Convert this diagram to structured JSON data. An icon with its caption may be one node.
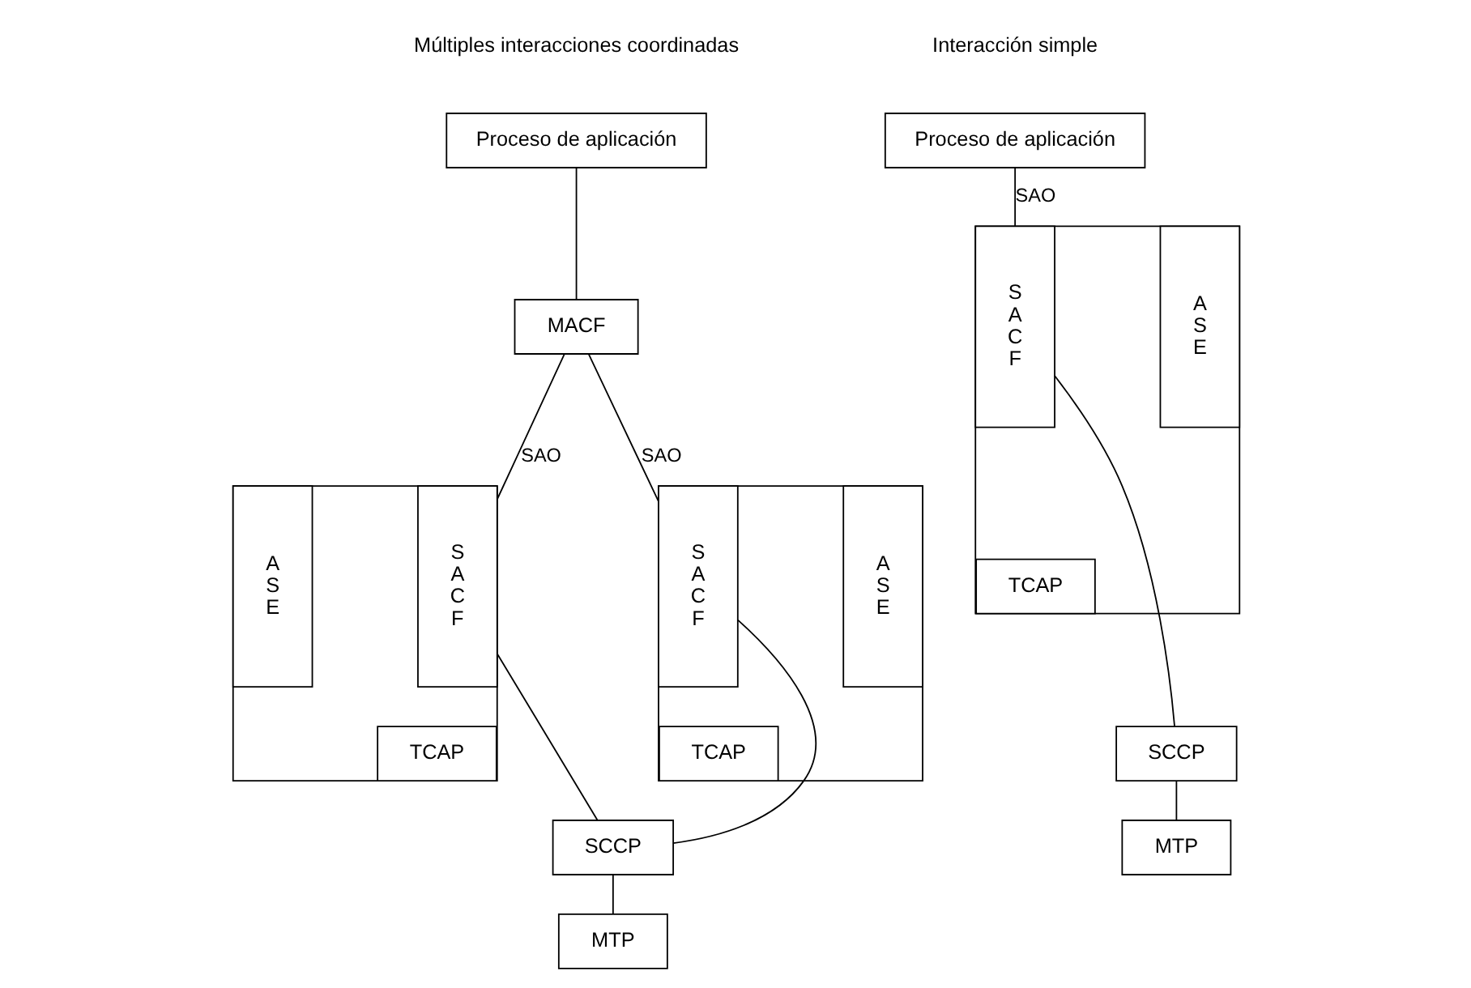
{
  "diagram": {
    "nodes": [
      {
        "text": [
          "Proceso de aplicación"
        ]
      },
      {
        "text": [
          "MACF"
        ]
      },
      {
        "text": [],
        "shape": "box"
      },
      {
        "text": [
          "S A C F"
        ],
        "in": 2
      },
      {
        "text": [
          "A S E"
        ],
        "in": 2
      },
      {
        "text": [
          "TCAP"
        ],
        "in": 2
      },
      {
        "text": [],
        "shape": "box"
      },
      {
        "text": [
          "S A C F"
        ],
        "in": 6
      },
      {
        "text": [
          "A S E"
        ],
        "in": 6
      },
      {
        "text": [
          "TCAP"
        ],
        "in": 6
      },
      {
        "text": [
          "SCCP"
        ]
      },
      {
        "text": [
          "MTP"
        ]
      },
      {
        "text": [
          "Proceso de aplicación"
        ]
      },
      {
        "text": [],
        "shape": "box"
      },
      {
        "text": [
          "S A C F"
        ],
        "in": 13
      },
      {
        "text": [
          "A S E"
        ],
        "in": 13
      },
      {
        "text": [
          "TCAP"
        ],
        "in": 13
      },
      {
        "text": [
          "SCCP"
        ]
      },
      {
        "text": [
          "MTP"
        ]
      }
    ],
    "edges": [
      {
        "from": 0,
        "to": 1,
        "arrow": "none"
      },
      {
        "from": 1,
        "to": 3,
        "arrow": "none",
        "label": "SAO"
      },
      {
        "from": 1,
        "to": 7,
        "arrow": "none",
        "label": "SAO"
      },
      {
        "from": 3,
        "to": 10,
        "arrow": "none"
      },
      {
        "from": 7,
        "to": 10,
        "arrow": "none"
      },
      {
        "from": 10,
        "to": 11,
        "arrow": "none"
      },
      {
        "from": 12,
        "to": 14,
        "arrow": "none",
        "label": "SAO"
      },
      {
        "from": 14,
        "to": 17,
        "arrow": "none"
      },
      {
        "from": 17,
        "to": 18,
        "arrow": "none"
      }
    ],
    "labels": [
      "Múltiples interacciones coordinadas",
      "Interacción simple"
    ]
  }
}
